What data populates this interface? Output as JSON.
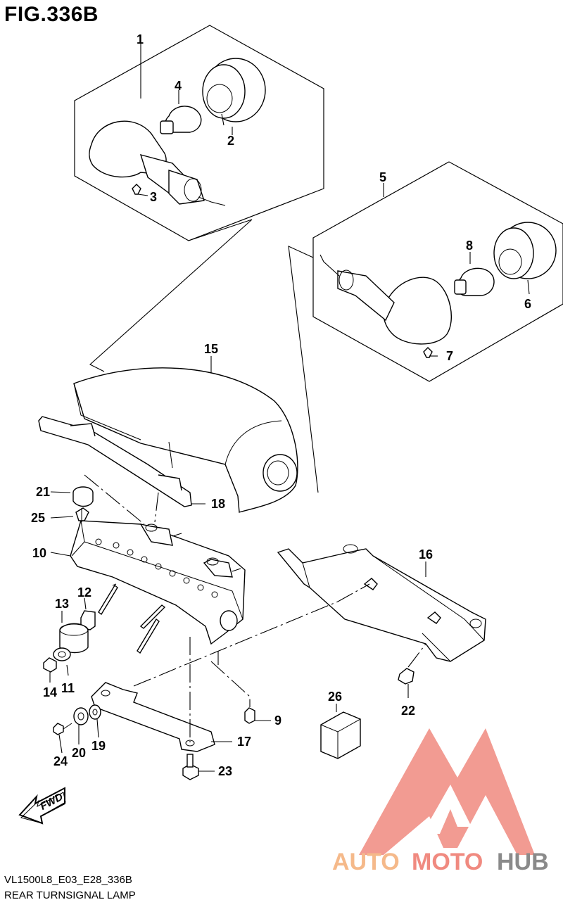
{
  "figure": {
    "title": "FIG.336B",
    "code": "VL1500L8_E03_E28_336B",
    "caption": "REAR TURNSIGNAL LAMP",
    "direction_badge": "FWD"
  },
  "callouts": [
    {
      "id": "c1",
      "label": "1"
    },
    {
      "id": "c2",
      "label": "2"
    },
    {
      "id": "c3",
      "label": "3"
    },
    {
      "id": "c4",
      "label": "4"
    },
    {
      "id": "c5",
      "label": "5"
    },
    {
      "id": "c6",
      "label": "6"
    },
    {
      "id": "c7",
      "label": "7"
    },
    {
      "id": "c8",
      "label": "8"
    },
    {
      "id": "c9",
      "label": "9"
    },
    {
      "id": "c10",
      "label": "10"
    },
    {
      "id": "c11",
      "label": "11"
    },
    {
      "id": "c12",
      "label": "12"
    },
    {
      "id": "c13",
      "label": "13"
    },
    {
      "id": "c14",
      "label": "14"
    },
    {
      "id": "c15",
      "label": "15"
    },
    {
      "id": "c16",
      "label": "16"
    },
    {
      "id": "c17",
      "label": "17"
    },
    {
      "id": "c18",
      "label": "18"
    },
    {
      "id": "c19",
      "label": "19"
    },
    {
      "id": "c20",
      "label": "20"
    },
    {
      "id": "c21",
      "label": "21"
    },
    {
      "id": "c22",
      "label": "22"
    },
    {
      "id": "c23",
      "label": "23"
    },
    {
      "id": "c24",
      "label": "24"
    },
    {
      "id": "c25",
      "label": "25"
    },
    {
      "id": "c26",
      "label": "26"
    }
  ],
  "watermark": {
    "part1": "AUTO",
    "part2": "MOTO",
    "part3": "HUB",
    "colors": {
      "auto": "#f5b98a",
      "moto": "#f08a80",
      "hub": "#8a8a8a",
      "logo": "#f08a80"
    }
  }
}
